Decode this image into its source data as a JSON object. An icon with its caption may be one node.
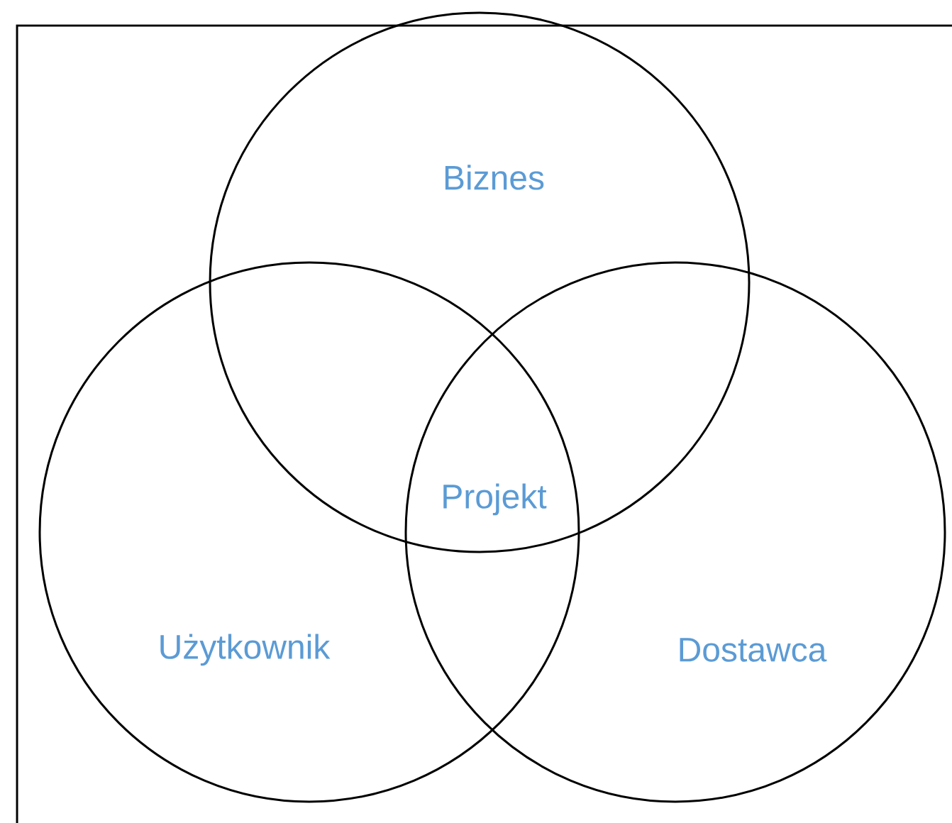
{
  "diagram": {
    "nodes": [
      {
        "text": [
          "Biznes"
        ]
      },
      {
        "text": [
          "Użytkownik"
        ]
      },
      {
        "text": [
          "Dostawca"
        ]
      }
    ],
    "labels": [
      "Projekt"
    ]
  }
}
